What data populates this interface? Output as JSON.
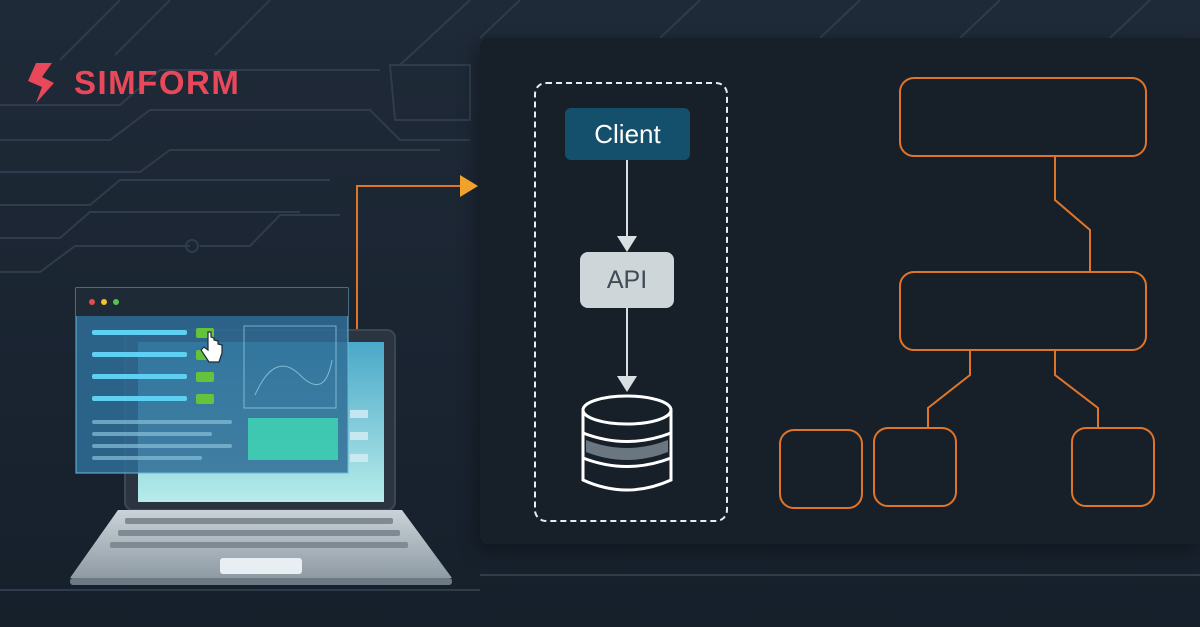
{
  "brand": {
    "name": "SIMFORM",
    "color": "#e8485a"
  },
  "diagram": {
    "client_label": "Client",
    "api_label": "API",
    "database_icon": "database-icon"
  },
  "colors": {
    "background": "#1d2734",
    "panel": "#172029",
    "accent_orange": "#e0752a",
    "client_fill": "#14506b",
    "api_fill": "#cfd6da"
  }
}
